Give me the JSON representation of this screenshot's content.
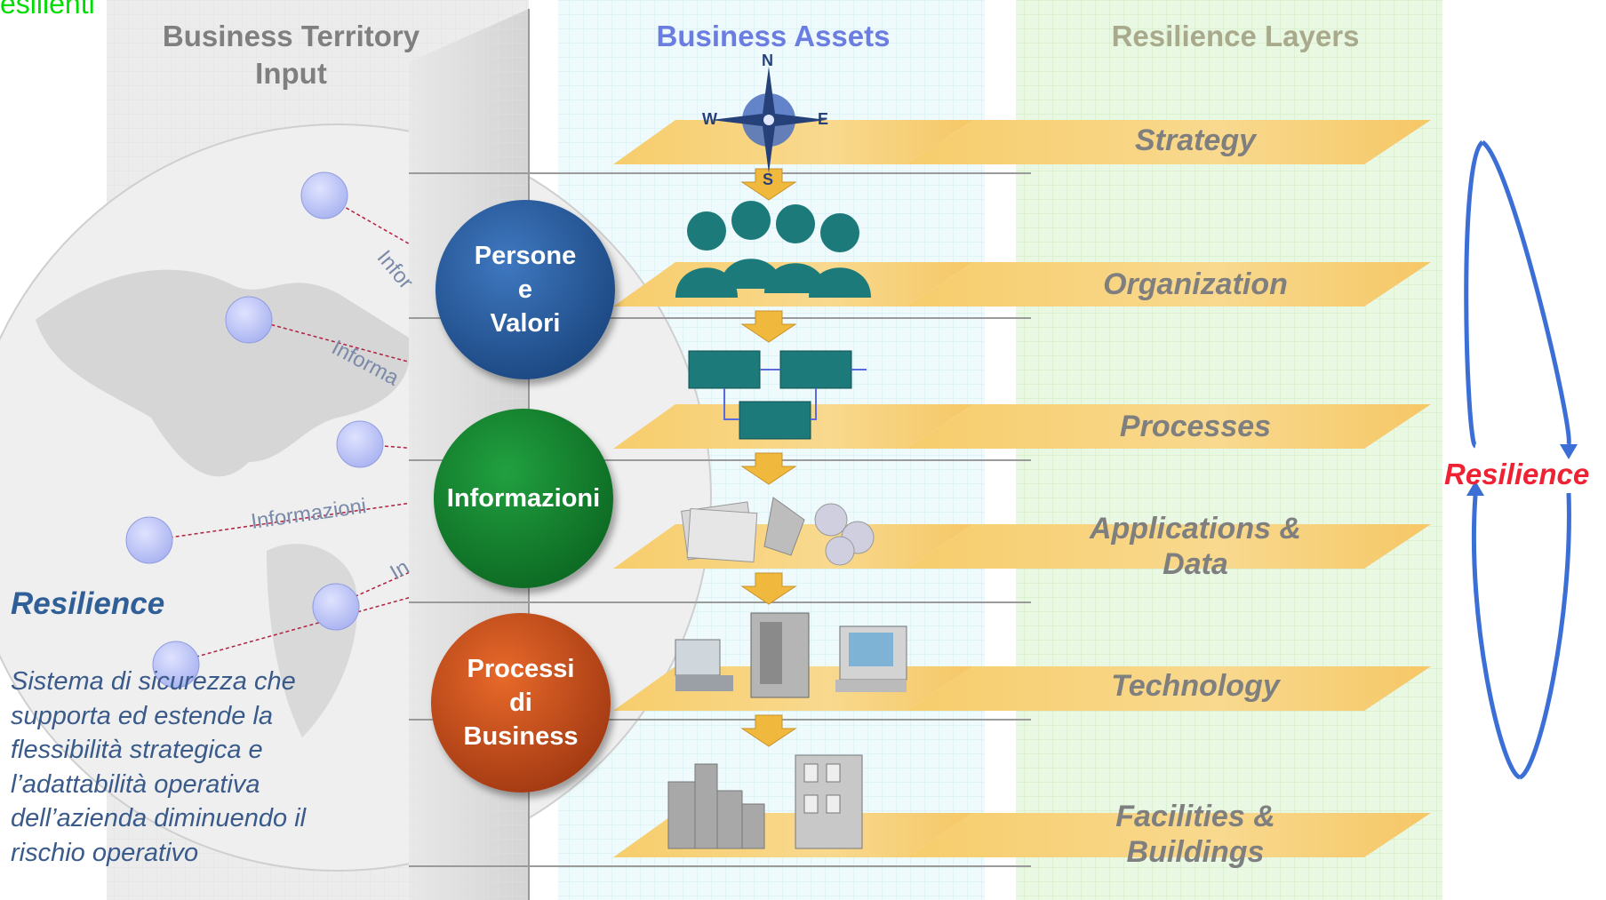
{
  "top_fragment": "esilienti",
  "columns": {
    "territory": {
      "line1": "Business Territory",
      "line2": "Input",
      "color": "#7f7f7f"
    },
    "assets": {
      "label": "Business Assets",
      "color": "#6b7de0"
    },
    "layers": {
      "label": "Resilience Layers",
      "color": "#a9a98b"
    }
  },
  "layers": {
    "strategy": "Strategy",
    "organization": "Organization",
    "processes": "Processes",
    "applications_line1": "Applications &",
    "applications_line2": "Data",
    "technology": "Technology",
    "facilities_line1": "Facilities &",
    "facilities_line2": "Buildings"
  },
  "circles": {
    "persone": {
      "l1": "Persone",
      "l2": "e",
      "l3": "Valori",
      "color": "#1f4f8f"
    },
    "informazioni": {
      "l1": "Informazioni",
      "color": "#127a2a"
    },
    "processi": {
      "l1": "Processi",
      "l2": "di",
      "l3": "Business",
      "color": "#c2481a"
    }
  },
  "info_tags": {
    "t1": "Infor",
    "t2": "Informa",
    "t3": "Informazioni",
    "t4": "In"
  },
  "compass": {
    "n": "N",
    "s": "S",
    "e": "E",
    "w": "W"
  },
  "left": {
    "title": "Resilience",
    "description": [
      "Sistema di sicurezza che",
      "supporta ed estende la",
      "flessibilità strategica e",
      "l’adattabilità operativa",
      "dell’azienda diminuendo il",
      "rischio operativo"
    ]
  },
  "cycle": {
    "label": "Resilience",
    "color": "#ee2233"
  },
  "colors": {
    "layer_band": "#f3c760",
    "arrow": "#f0b93d",
    "teal": "#1d7a7a"
  }
}
